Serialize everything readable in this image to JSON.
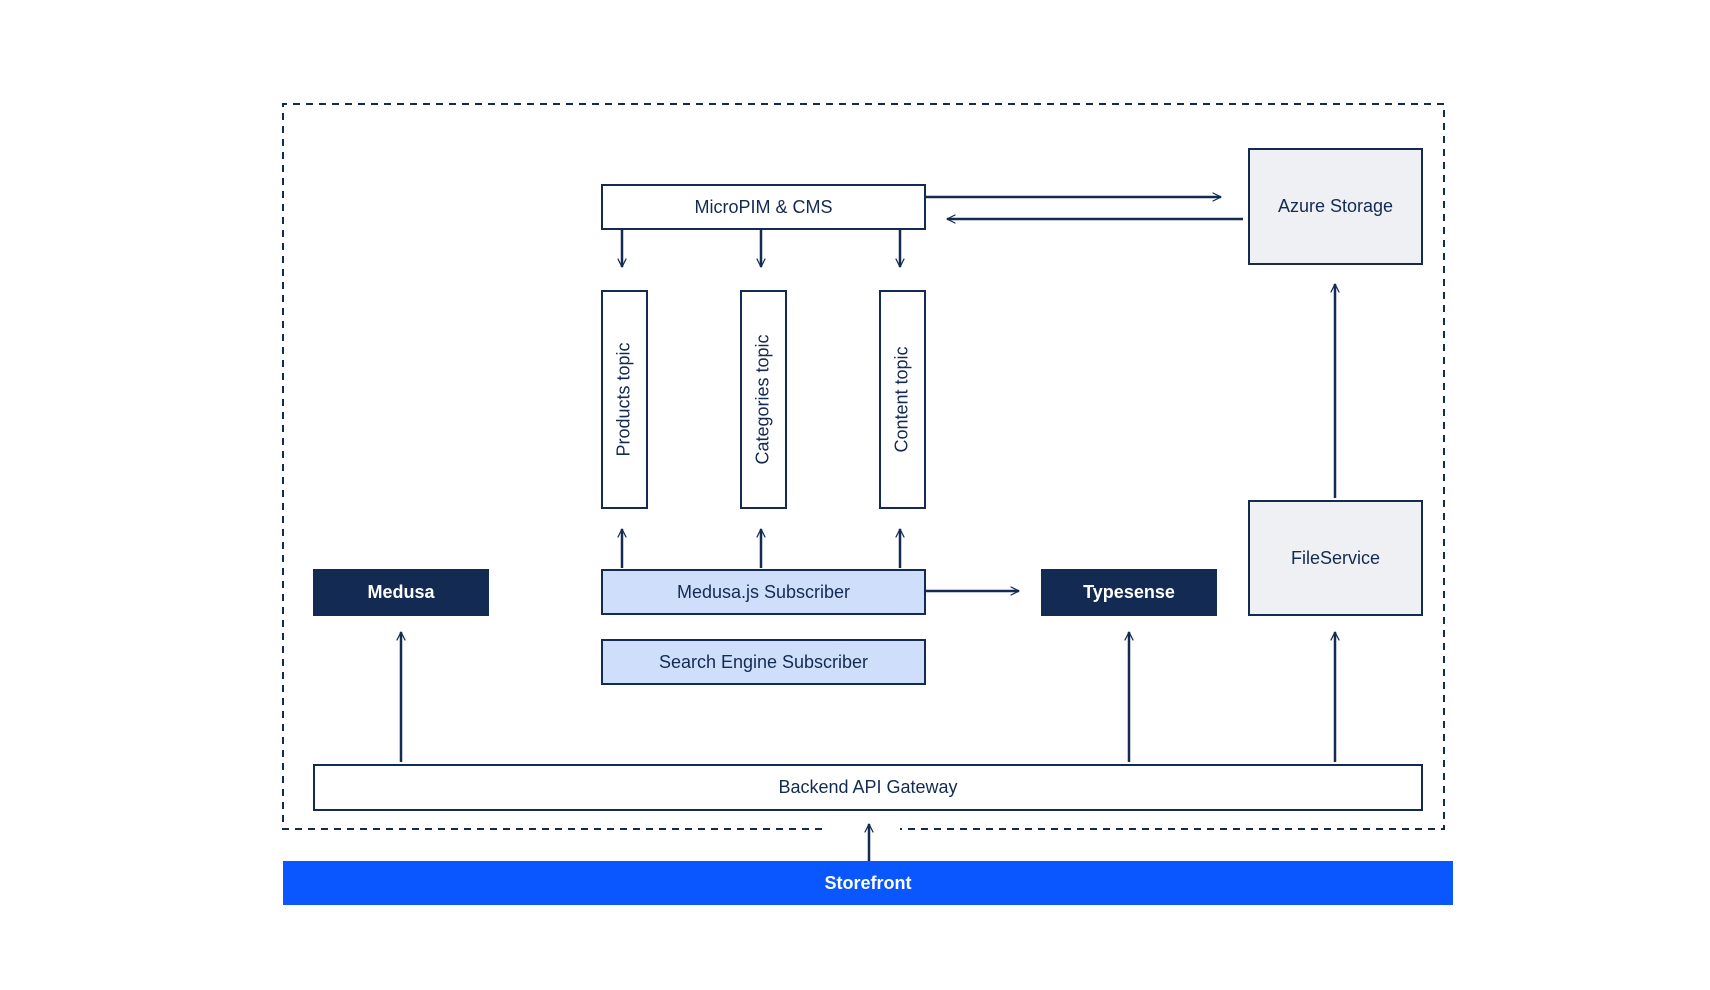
{
  "nodes": {
    "micropim": "MicroPIM & CMS",
    "azure": "Azure Storage",
    "products_topic": "Products topic",
    "categories_topic": "Categories topic",
    "content_topic": "Content topic",
    "medusa": "Medusa",
    "medusa_subscriber": "Medusa.js Subscriber",
    "search_subscriber": "Search Engine Subscriber",
    "typesense": "Typesense",
    "fileservice": "FileService",
    "gateway": "Backend API Gateway",
    "storefront": "Storefront"
  },
  "colors": {
    "line": "#132a52",
    "dark_fill": "#132a52",
    "light_fill": "#cfdffb",
    "gray_fill": "#eef0f3",
    "storefront_fill": "#0a57ff"
  }
}
